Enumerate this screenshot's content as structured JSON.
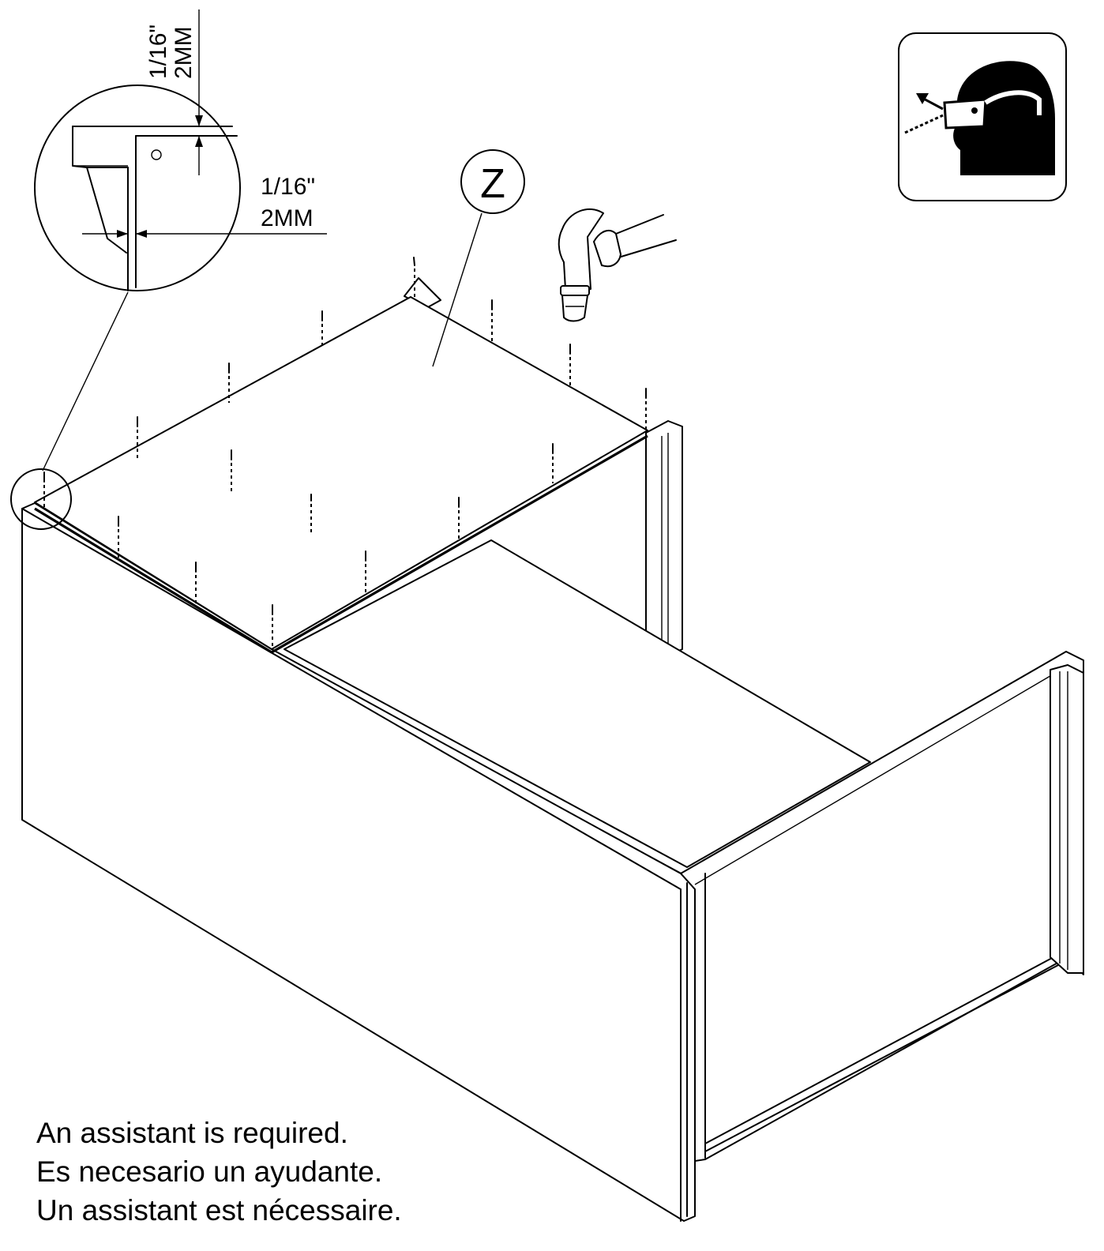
{
  "part_label": "Z",
  "dimensions": {
    "vertical_inch": "1/16\"",
    "vertical_mm": "2MM",
    "horizontal_inch": "1/16\"",
    "horizontal_mm": "2MM"
  },
  "icons": {
    "hammer": "hammer-icon",
    "safety": "safety-glasses-icon"
  },
  "captions": [
    "An assistant is required.",
    "Es necesario un ayudante.",
    "Un assistant est nécessaire."
  ]
}
